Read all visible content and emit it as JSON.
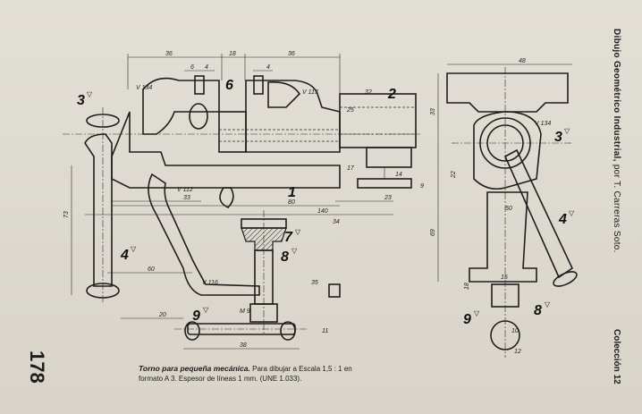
{
  "side_title": {
    "main": "Dibujo Geométrico Industrial,",
    "by": "por T. Carreras Soto."
  },
  "collection": "Colección 12",
  "page_number": "178",
  "caption": {
    "title": "Torno para pequeña mecánica.",
    "line1": "Para dibujar a Escala 1,5 : 1 en",
    "line2": "formato A 3. Espesor de líneas 1 mm. (UNE 1.033)."
  },
  "parts": {
    "p1": "1",
    "p2": "2",
    "p3": "3",
    "p4": "4",
    "p6": "6",
    "p7": "7",
    "p8": "8",
    "p9": "9",
    "p3b": "3",
    "p4b": "4",
    "p8b": "8",
    "p9b": "9"
  },
  "dims": {
    "d36a": "36",
    "d18": "18",
    "d36b": "36",
    "d6": "6",
    "d4a": "4",
    "d4b": "4",
    "d32": "32",
    "d25": "25",
    "d23": "23",
    "d17": "17",
    "d140": "140",
    "d80": "80",
    "d33": "33",
    "d60": "60",
    "d20": "20",
    "d38": "38",
    "d73": "73",
    "d48": "48",
    "d33b": "33",
    "d69": "69",
    "d50": "50",
    "d18b": "18",
    "d15": "15",
    "d12": "12",
    "d10": "10",
    "d34": "34",
    "d35": "35",
    "d22": "22",
    "d11": "11",
    "d14": "14",
    "d9": "9",
    "dm9": "M 9",
    "dv134": "V 134",
    "dv116": "V 116",
    "dv113": "V 113",
    "dv112": "V 112",
    "dv134b": "V 134"
  }
}
